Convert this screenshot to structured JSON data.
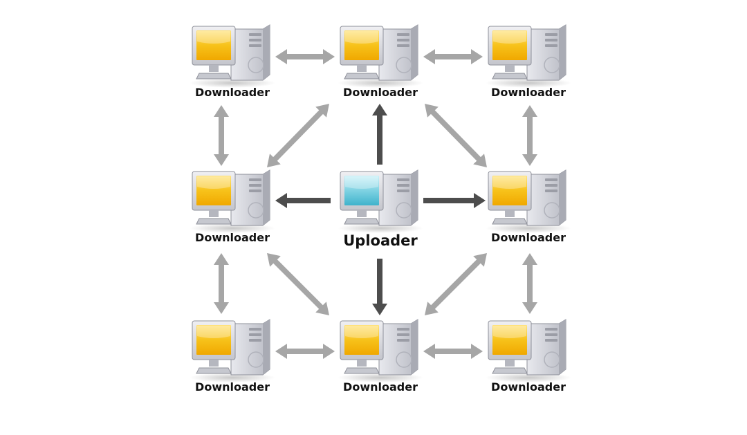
{
  "nodes": [
    {
      "id": "n1",
      "role": "downloader",
      "label": "Downloader"
    },
    {
      "id": "n2",
      "role": "downloader",
      "label": "Downloader"
    },
    {
      "id": "n3",
      "role": "downloader",
      "label": "Downloader"
    },
    {
      "id": "n4",
      "role": "downloader",
      "label": "Downloader"
    },
    {
      "id": "n5",
      "role": "uploader",
      "label": "Uploader"
    },
    {
      "id": "n6",
      "role": "downloader",
      "label": "Downloader"
    },
    {
      "id": "n7",
      "role": "downloader",
      "label": "Downloader"
    },
    {
      "id": "n8",
      "role": "downloader",
      "label": "Downloader"
    },
    {
      "id": "n9",
      "role": "downloader",
      "label": "Downloader"
    }
  ],
  "edges": [
    {
      "from": "n1",
      "to": "n2",
      "kind": "peer"
    },
    {
      "from": "n2",
      "to": "n3",
      "kind": "peer"
    },
    {
      "from": "n7",
      "to": "n8",
      "kind": "peer"
    },
    {
      "from": "n8",
      "to": "n9",
      "kind": "peer"
    },
    {
      "from": "n1",
      "to": "n4",
      "kind": "peer"
    },
    {
      "from": "n4",
      "to": "n7",
      "kind": "peer"
    },
    {
      "from": "n3",
      "to": "n6",
      "kind": "peer"
    },
    {
      "from": "n6",
      "to": "n9",
      "kind": "peer"
    },
    {
      "from": "n4",
      "to": "n2",
      "kind": "peer"
    },
    {
      "from": "n2",
      "to": "n6",
      "kind": "peer"
    },
    {
      "from": "n4",
      "to": "n8",
      "kind": "peer"
    },
    {
      "from": "n8",
      "to": "n6",
      "kind": "peer"
    },
    {
      "from": "n5",
      "to": "n2",
      "kind": "upload"
    },
    {
      "from": "n5",
      "to": "n4",
      "kind": "upload"
    },
    {
      "from": "n5",
      "to": "n6",
      "kind": "upload"
    },
    {
      "from": "n5",
      "to": "n8",
      "kind": "upload"
    }
  ],
  "colors": {
    "peer_arrow": "#a6a6a6",
    "upload_arrow": "#4d4d4d",
    "downloader_screen": "#f7c21a",
    "uploader_screen": "#7fd2e2",
    "case": "#cfd0d6",
    "label": "#111111"
  },
  "icons": {
    "downloader": "computer-icon",
    "uploader": "computer-icon"
  }
}
